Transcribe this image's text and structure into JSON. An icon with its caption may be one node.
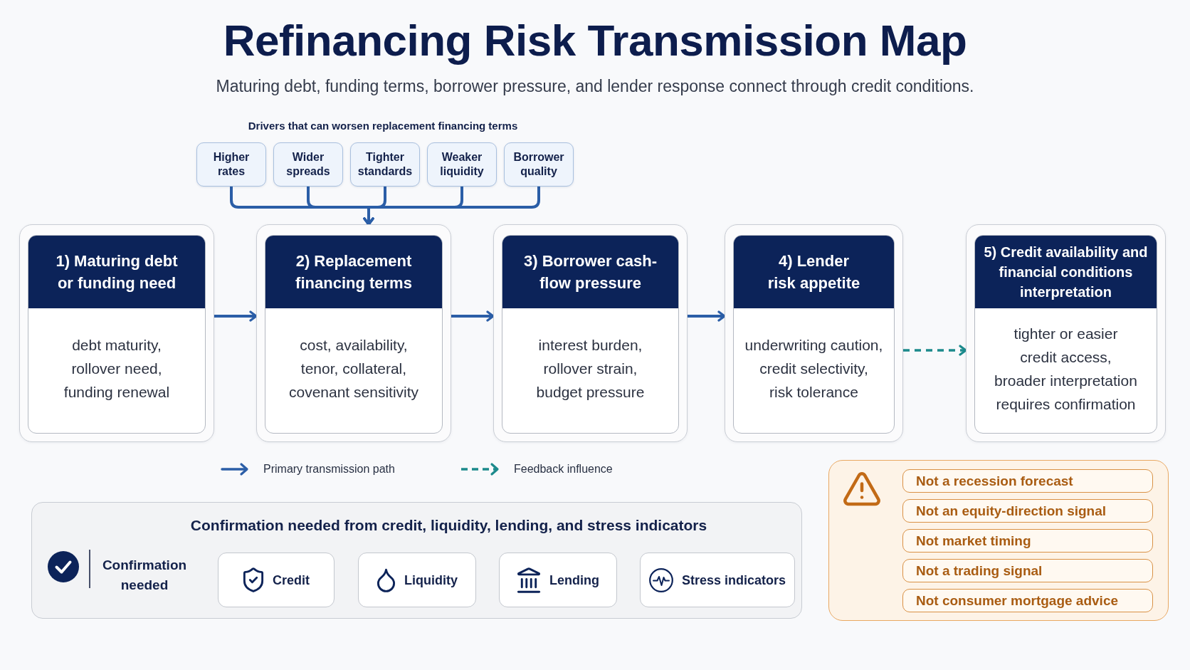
{
  "diagram": {
    "title": "Refinancing Risk Transmission Map",
    "caption": "Maturing debt, funding terms, borrower pressure, and lender response connect through credit conditions.",
    "nodes": [
      {
        "text": [
          "Higher rates"
        ]
      },
      {
        "text": [
          "Wider spreads"
        ]
      },
      {
        "text": [
          "Tighter standards"
        ]
      },
      {
        "text": [
          "Weaker liquidity"
        ]
      },
      {
        "text": [
          "Borrower quality"
        ]
      },
      {
        "text": [
          "1) Maturing debt or funding need",
          "debt maturity, rollover need, funding renewal"
        ]
      },
      {
        "text": [
          "2) Replacement financing terms",
          "cost, availability, tenor, collateral, covenant sensitivity"
        ]
      },
      {
        "text": [
          "3) Borrower cash-flow pressure",
          "interest burden, rollover strain, budget pressure"
        ]
      },
      {
        "text": [
          "4) Lender risk appetite",
          "underwriting caution, credit selectivity, risk tolerance"
        ]
      },
      {
        "text": [
          "5) Credit availability and financial conditions interpretation",
          "tighter or easier credit access, broader interpretation requires confirmation"
        ]
      },
      {
        "text": [
          "Confirmation needed from credit, liquidity, lending, and stress indicators",
          "Confirmation needed"
        ]
      },
      {
        "text": [
          "Credit"
        ],
        "in": 10
      },
      {
        "text": [
          "Liquidity"
        ],
        "in": 10
      },
      {
        "text": [
          "Lending"
        ],
        "in": 10
      },
      {
        "text": [
          "Stress indicators"
        ],
        "in": 10
      },
      {
        "text": [],
        "shape": "box"
      },
      {
        "text": [
          "Not a recession forecast"
        ],
        "in": 15
      },
      {
        "text": [
          "Not an equity-direction signal"
        ],
        "in": 15
      },
      {
        "text": [
          "Not market timing"
        ],
        "in": 15
      },
      {
        "text": [
          "Not a trading signal"
        ],
        "in": 15
      },
      {
        "text": [
          "Not consumer mortgage advice"
        ],
        "in": 15
      }
    ],
    "edges": [
      {
        "from": 0,
        "to": 6,
        "arrow": "to"
      },
      {
        "from": 1,
        "to": 6,
        "arrow": "to"
      },
      {
        "from": 2,
        "to": 6,
        "arrow": "to"
      },
      {
        "from": 3,
        "to": 6,
        "arrow": "to"
      },
      {
        "from": 4,
        "to": 6,
        "arrow": "to"
      },
      {
        "from": 5,
        "to": 6,
        "arrow": "to"
      },
      {
        "from": 6,
        "to": 7,
        "arrow": "to"
      },
      {
        "from": 7,
        "to": 8,
        "arrow": "to"
      },
      {
        "from": 8,
        "to": 9,
        "arrow": "to",
        "style": "dashed",
        "color": "#1c8a8c"
      }
    ],
    "labels": [
      "Drivers that can worsen replacement financing terms"
    ],
    "legend": [
      {
        "text": "Primary transmission path"
      },
      {
        "text": "Feedback influence"
      }
    ]
  }
}
